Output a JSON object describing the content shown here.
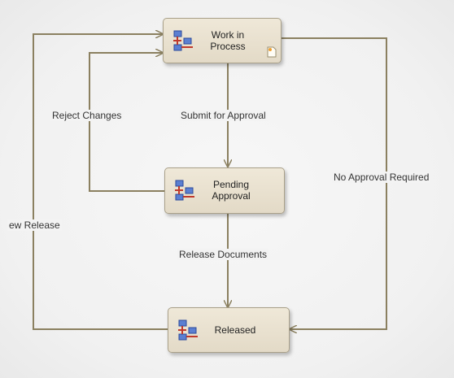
{
  "colors": {
    "line": "#8b8060",
    "state_fill": "#e8e0cf",
    "state_border": "#a9a089",
    "icon_blue": "#5b7fd1",
    "icon_red": "#c0392b"
  },
  "states": {
    "work_in_process": {
      "label": "Work in\nProcess",
      "icon": "workflow-state-icon",
      "badge_icon": "document-icon"
    },
    "pending_approval": {
      "label": "Pending\nApproval",
      "icon": "workflow-state-icon"
    },
    "released": {
      "label": "Released",
      "icon": "workflow-state-icon"
    }
  },
  "transitions": {
    "submit_for_approval": "Submit for Approval",
    "reject_changes": "Reject Changes",
    "no_approval_required": "No Approval Required",
    "release_documents": "Release Documents",
    "new_release": "ew Release"
  }
}
